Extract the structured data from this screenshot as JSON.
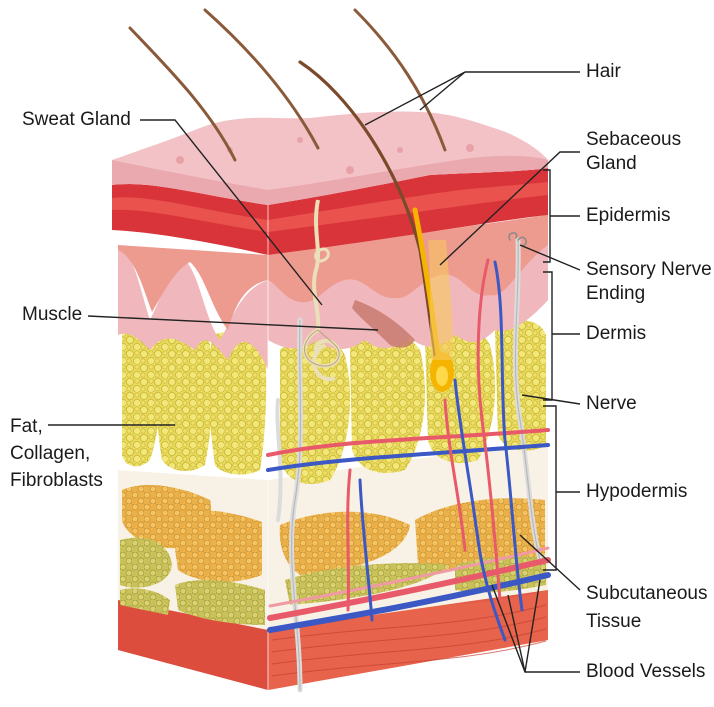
{
  "diagram": {
    "labels": {
      "hair": "Hair",
      "sweat_gland": "Sweat Gland",
      "sebaceous_gland": "Sebaceous\nGland",
      "epidermis": "Epidermis",
      "sensory_nerve_ending": "Sensory Nerve\nEnding",
      "muscle": "Muscle",
      "dermis": "Dermis",
      "nerve": "Nerve",
      "fat_collagen_fibroblasts": "Fat,\nCollagen,\nFibroblasts",
      "hypodermis": "Hypodermis",
      "subcutaneous_tissue": "Subcutaneous\nTissue",
      "blood_vessels": "Blood Vessels"
    },
    "colors": {
      "epidermis_top": "#f2c2c6",
      "epidermis_red": "#d9343a",
      "dermis": "#efb0b4",
      "fat": "#e6d85a",
      "fat_dark": "#d9c23a",
      "subcutaneous": "#e9a63a",
      "muscle_base": "#e35a45",
      "artery": "#d9344a",
      "vein": "#3b58c4",
      "hair": "#8a5a3a",
      "bulb": "#f5b400",
      "line": "#222222"
    }
  }
}
